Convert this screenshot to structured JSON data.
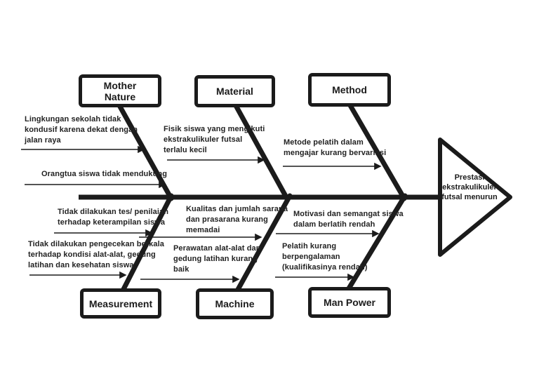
{
  "effect": {
    "label": "Prestasi\nekstrakulikuler\nfutsal menurun"
  },
  "categories": [
    {
      "id": "mother-nature",
      "label": "Mother\nNature"
    },
    {
      "id": "material",
      "label": "Material"
    },
    {
      "id": "method",
      "label": "Method"
    },
    {
      "id": "measurement",
      "label": "Measurement"
    },
    {
      "id": "machine",
      "label": "Machine"
    },
    {
      "id": "man-power",
      "label": "Man Power"
    }
  ],
  "causes": {
    "mother_nature": [
      "Lingkungan sekolah tidak\nkondusif karena dekat dengan\njalan raya",
      "Orangtua siswa tidak mendukung"
    ],
    "material": [
      "Fisik siswa yang mengikuti\nekstrakulikuler futsal\nterlalu kecil"
    ],
    "method": [
      "Metode pelatih dalam\nmengajar kurang bervariasi"
    ],
    "measurement": [
      "Tidak dilakukan tes/ penilaian\nterhadap keterampilan siswa",
      "Tidak dilakukan pengecekan berkala\nterhadap kondisi alat-alat, gedung\nlatihan dan kesehatan siswa"
    ],
    "machine": [
      "Kualitas dan jumlah sarana\ndan prasarana kurang\nmemadai",
      "Perawatan alat-alat dan\ngedung latihan kurang\nbaik"
    ],
    "man_power": [
      "Motivasi dan semangat siswa\ndalam berlatih rendah",
      "Pelatih kurang\nberpengalaman\n(kualifikasinya rendah)"
    ]
  },
  "colors": {
    "ink": "#1b1b1b",
    "background": "#ffffff"
  }
}
